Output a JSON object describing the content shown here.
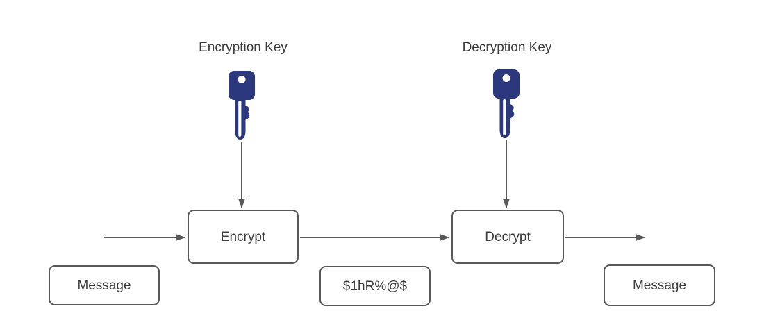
{
  "diagram": {
    "type": "flow-diagram",
    "topic": "encryption-decryption-flow",
    "labels": {
      "encryption_key": "Encryption Key",
      "decryption_key": "Decryption Key"
    },
    "nodes": {
      "encrypt": {
        "label": "Encrypt"
      },
      "decrypt": {
        "label": "Decrypt"
      },
      "message_in": {
        "label": "Message"
      },
      "ciphertext": {
        "label": "$1hR%@$"
      },
      "message_out": {
        "label": "Message"
      }
    },
    "edges": [
      {
        "name": "input-to-encrypt",
        "from": "input",
        "to": "encrypt",
        "direction": "right"
      },
      {
        "name": "encrypt-to-decrypt",
        "from": "encrypt",
        "to": "decrypt",
        "direction": "right"
      },
      {
        "name": "decrypt-to-output",
        "from": "decrypt",
        "to": "output",
        "direction": "right"
      },
      {
        "name": "encryption-key-to-encrypt",
        "from": "encryption-key",
        "to": "encrypt",
        "direction": "down"
      },
      {
        "name": "decryption-key-to-decrypt",
        "from": "decryption-key",
        "to": "decrypt",
        "direction": "down"
      }
    ],
    "icons": [
      {
        "name": "encryption-key-icon",
        "glyph": "key"
      },
      {
        "name": "decryption-key-icon",
        "glyph": "key"
      }
    ]
  },
  "colors": {
    "key": "#2b387e",
    "stroke": "#595959",
    "text": "#3c3c3c",
    "canvas_bg": "#ffffff"
  }
}
